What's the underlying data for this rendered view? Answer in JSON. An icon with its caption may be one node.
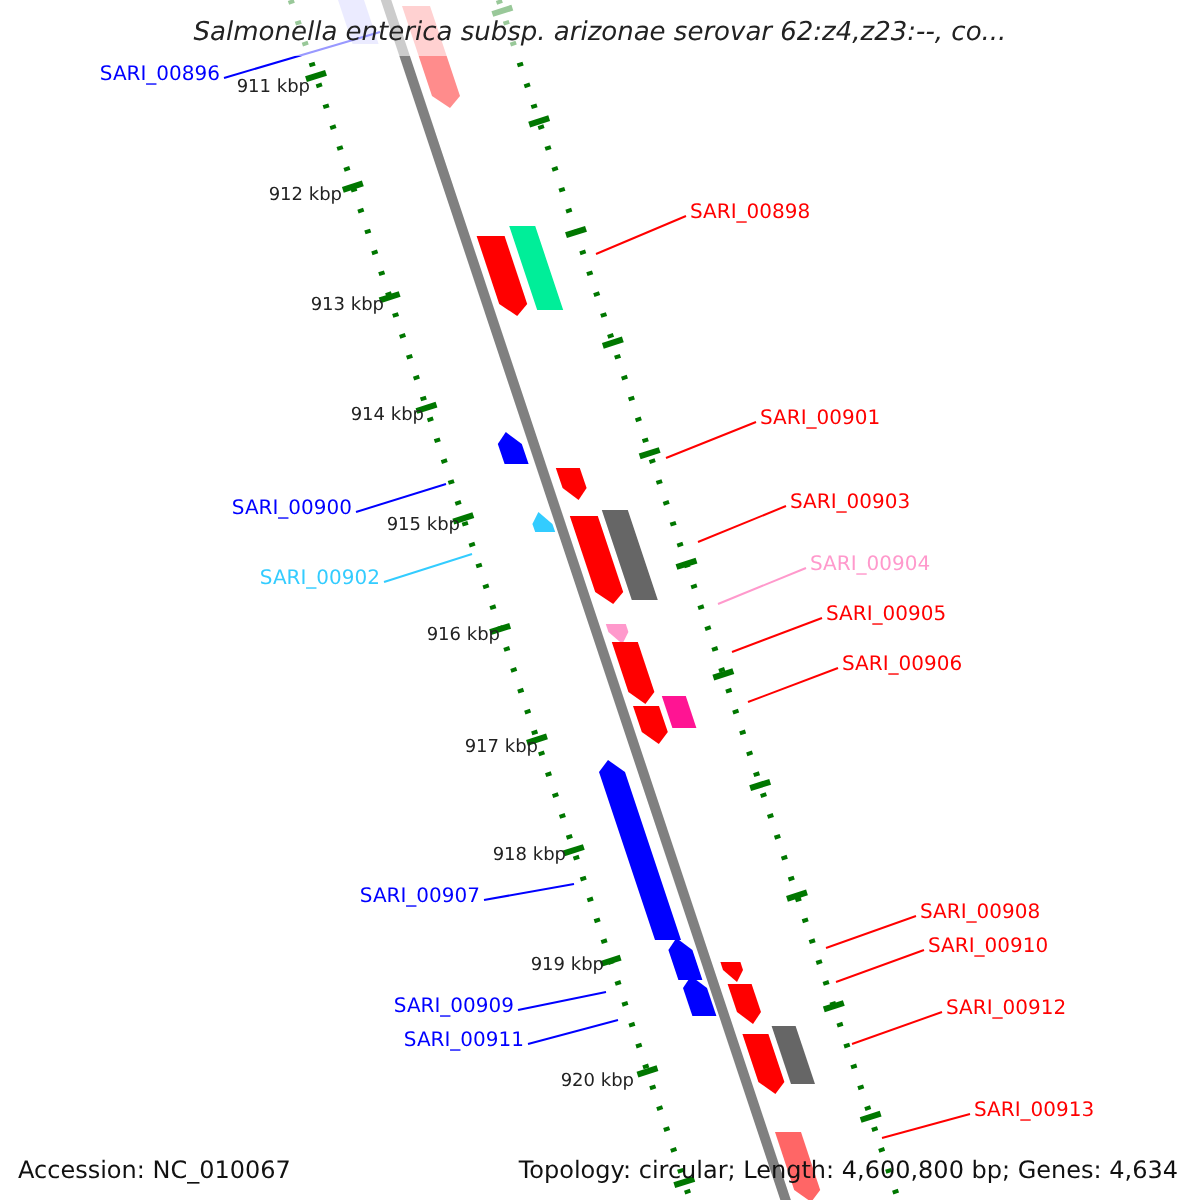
{
  "diagram": {
    "title": "Salmonella enterica subsp. arizonae serovar 62:z4,z23:--, co...",
    "nodes": [
      {
        "text": [
          "SARI_00896"
        ]
      },
      {
        "text": [
          "SARI_00898"
        ]
      },
      {
        "text": [
          "SARI_00901"
        ]
      },
      {
        "text": [
          "SARI_00900"
        ]
      },
      {
        "text": [
          "SARI_00903"
        ]
      },
      {
        "text": [
          "SARI_00902"
        ]
      },
      {
        "text": [
          "SARI_00904"
        ]
      },
      {
        "text": [
          "SARI_00905"
        ]
      },
      {
        "text": [
          "SARI_00906"
        ]
      },
      {
        "text": [
          "SARI_00907"
        ]
      },
      {
        "text": [
          "SARI_00908"
        ]
      },
      {
        "text": [
          "SARI_00910"
        ]
      },
      {
        "text": [
          "SARI_00909"
        ]
      },
      {
        "text": [
          "SARI_00912"
        ]
      },
      {
        "text": [
          "SARI_00911"
        ]
      },
      {
        "text": [
          "SARI_00913"
        ]
      }
    ],
    "edges": [
      {
        "from": 0,
        "to": null,
        "arrow": "none",
        "color": "#0000ff"
      },
      {
        "from": 1,
        "to": null,
        "arrow": "none"
      },
      {
        "from": 2,
        "to": null,
        "arrow": "none"
      },
      {
        "from": 3,
        "to": null,
        "arrow": "none",
        "color": "#0000ff"
      },
      {
        "from": 4,
        "to": null,
        "arrow": "none"
      },
      {
        "from": 5,
        "to": null,
        "arrow": "none",
        "color": "#33ccff"
      },
      {
        "from": 6,
        "to": null,
        "arrow": "none",
        "color": "#ff99cc"
      },
      {
        "from": 7,
        "to": null,
        "arrow": "none"
      },
      {
        "from": 8,
        "to": null,
        "arrow": "none"
      },
      {
        "from": 9,
        "to": null,
        "arrow": "none",
        "color": "#0000ff"
      },
      {
        "from": 10,
        "to": null,
        "arrow": "none"
      },
      {
        "from": 11,
        "to": null,
        "arrow": "none"
      },
      {
        "from": 12,
        "to": null,
        "arrow": "none",
        "color": "#0000ff"
      },
      {
        "from": 13,
        "to": null,
        "arrow": "none"
      },
      {
        "from": 14,
        "to": null,
        "arrow": "none",
        "color": "#0000ff"
      },
      {
        "from": 15,
        "to": null,
        "arrow": "none"
      }
    ],
    "labels": [
      "911 kbp",
      "912 kbp",
      "913 kbp",
      "914 kbp",
      "915 kbp",
      "916 kbp",
      "917 kbp",
      "918 kbp",
      "919 kbp",
      "920 kbp",
      "Accession: NC_010067",
      "Topology: circular; Length: 4,600,800 bp; Genes: 4,634"
    ]
  }
}
